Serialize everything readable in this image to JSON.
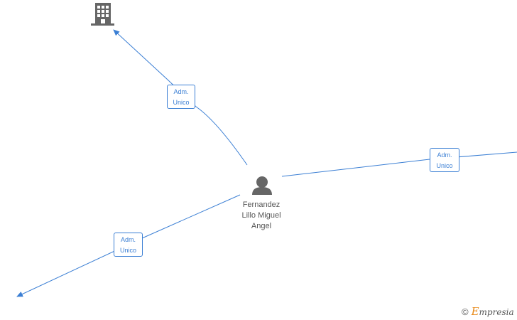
{
  "diagram": {
    "center_person": {
      "name_lines": [
        "Fernandez",
        "Lillo Miguel",
        "Angel"
      ],
      "icon": "person-icon",
      "icon_color": "#666666"
    },
    "company_node": {
      "icon": "building-icon",
      "icon_color": "#666666"
    },
    "edges": [
      {
        "label_lines": [
          "Adm.",
          "Unico"
        ],
        "target": "company-top"
      },
      {
        "label_lines": [
          "Adm.",
          "Unico"
        ],
        "target": "offscreen-right"
      },
      {
        "label_lines": [
          "Adm.",
          "Unico"
        ],
        "target": "offscreen-bottom-left"
      }
    ],
    "edge_color": "#3b7fd4"
  },
  "footer": {
    "copyright_symbol": "©",
    "brand_initial": "E",
    "brand_rest": "mpresia"
  }
}
